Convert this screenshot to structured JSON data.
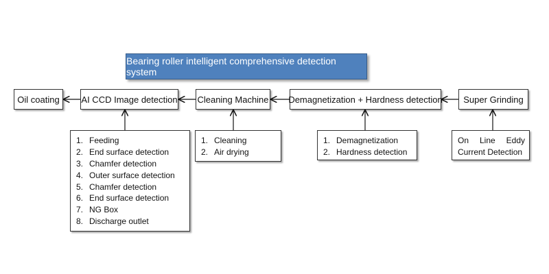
{
  "title": "Bearing roller intelligent comprehensive detection system",
  "stages": {
    "oil": "Oil coating",
    "ccd": "AI CCD Image detection",
    "cleaning": "Cleaning Machine",
    "demag": "Demagnetization + Hardness detection",
    "grinding": "Super Grinding"
  },
  "details": {
    "ccd": [
      {
        "num": "1.",
        "text": "Feeding"
      },
      {
        "num": "2.",
        "text": "End surface detection"
      },
      {
        "num": "3.",
        "text": "Chamfer detection"
      },
      {
        "num": "4.",
        "text": "Outer surface detection"
      },
      {
        "num": "5.",
        "text": "Chamfer detection"
      },
      {
        "num": "6.",
        "text": "End surface detection"
      },
      {
        "num": "7.",
        "text": "NG Box"
      },
      {
        "num": "8.",
        "text": "Discharge outlet"
      }
    ],
    "cleaning": [
      {
        "num": "1.",
        "text": "Cleaning"
      },
      {
        "num": "2.",
        "text": "Air drying"
      }
    ],
    "demag": [
      {
        "num": "1.",
        "text": "Demagnetization"
      },
      {
        "num": "2.",
        "text": "Hardness detection"
      }
    ],
    "grinding": "On Line Eddy Current Detection"
  },
  "colors": {
    "title_fill": "#4f81bd",
    "title_text": "#ffffff",
    "box_border": "#333333",
    "arrow": "#111111"
  }
}
